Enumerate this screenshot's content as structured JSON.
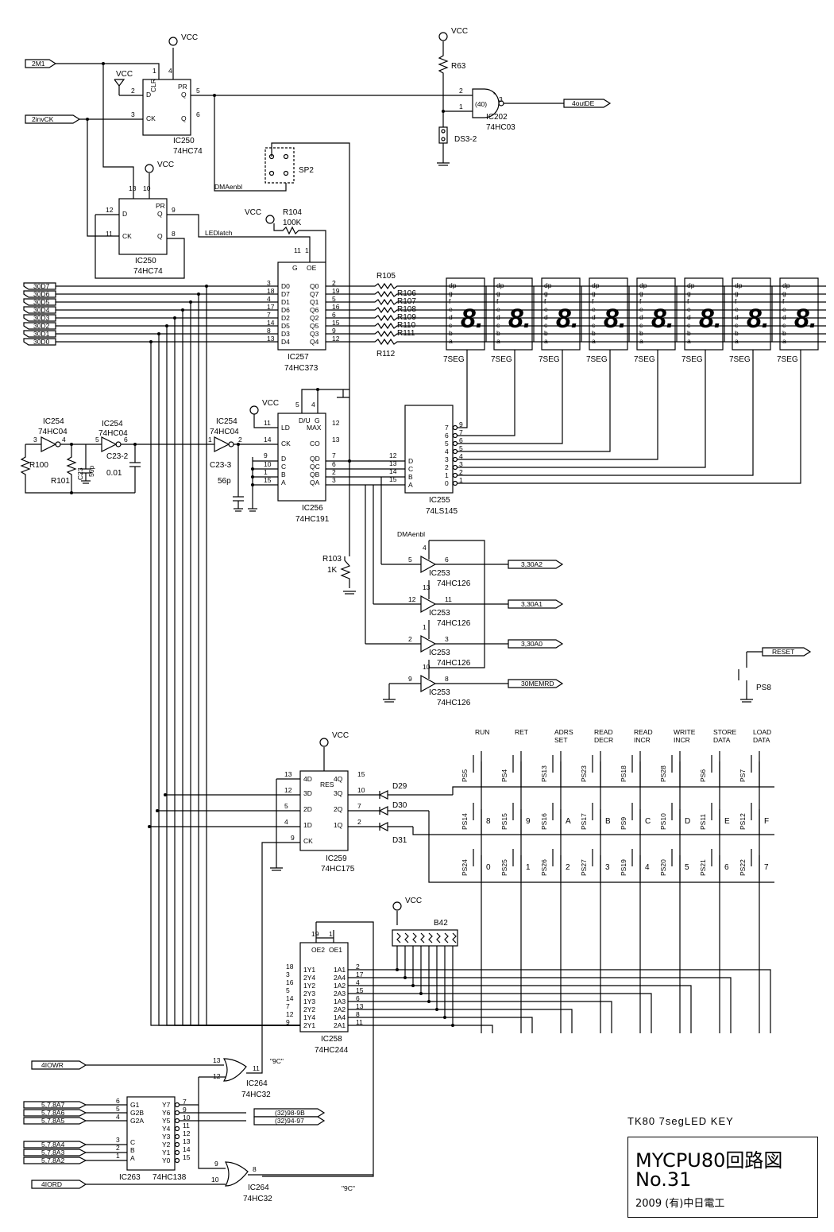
{
  "title": {
    "subtitle": "TK80  7segLED  KEY",
    "line1": "MYCPU80回路図",
    "line2": "No.31",
    "line3": "2009 (有)中日電工"
  },
  "nets": {
    "m1": "2M1",
    "invck": "2invCK",
    "outde": "4outDE",
    "dmaenbl": "DMAenbl",
    "ledlatch": "LEDlatch",
    "vcc": "VCC",
    "reset": "RESET",
    "a2": "3,30A2",
    "a1": "3,30A1",
    "a0": "3,30A0",
    "memrd": "30MEMRD",
    "iowr": "4IOWR",
    "iord": "4IORD",
    "io98": "(32)98-9B",
    "io94": "(32)94-97",
    "sel9c1": "\"9C\"",
    "sel9c2": "\"9C\"",
    "data": [
      "30D7",
      "30D6",
      "30D5",
      "30D4",
      "30D3",
      "30D2",
      "30D1",
      "30D0"
    ],
    "addr_hi": [
      "5,7,8A7",
      "5,7,8A6",
      "5,7,8A5"
    ],
    "addr_lo": [
      "5,7,8A4",
      "5,7,8A3",
      "5,7,8A2"
    ]
  },
  "parts": {
    "ic250a": {
      "ref": "IC250",
      "type": "74HC74"
    },
    "ic250b": {
      "ref": "IC250",
      "type": "74HC74"
    },
    "ic202": {
      "ref": "IC202",
      "type": "74HC03",
      "inner": "(40)"
    },
    "r63": "R63",
    "ds3": "DS3-2",
    "sp2": "SP2",
    "r104": {
      "ref": "R104",
      "value": "100K"
    },
    "ic257": {
      "ref": "IC257",
      "type": "74HC373"
    },
    "r105": "R105",
    "r_series": [
      "R106",
      "R107",
      "R108",
      "R109",
      "R110",
      "R111"
    ],
    "r112": "R112",
    "ic254a": {
      "ref": "IC254",
      "type": "74HC04"
    },
    "ic254b": {
      "ref": "IC254",
      "type": "74HC04"
    },
    "ic254c": {
      "ref": "IC254",
      "type": "74HC04"
    },
    "r100": "R100",
    "r101": "R101",
    "c23": {
      "ref": "C23",
      "value": "56p"
    },
    "c23_2": {
      "ref": "C23-2",
      "value": "0.01"
    },
    "c23_3": {
      "ref": "C23-3",
      "value": "56p"
    },
    "ic256": {
      "ref": "IC256",
      "type": "74HC191"
    },
    "ic255": {
      "ref": "IC255",
      "type": "74LS145"
    },
    "r103": {
      "ref": "R103",
      "value": "1K"
    },
    "ic253": {
      "ref": "IC253",
      "type": "74HC126"
    },
    "ps8": "PS8",
    "ic259": {
      "ref": "IC259",
      "type": "74HC175"
    },
    "diodes": [
      "D29",
      "D30",
      "D31"
    ],
    "b42": "B42",
    "ic258": {
      "ref": "IC258",
      "type": "74HC244"
    },
    "ic264": {
      "ref": "IC264",
      "type": "74HC32"
    },
    "ic263": {
      "ref": "IC263",
      "type": "74HC138"
    },
    "seg_label": "7SEG"
  },
  "seg_pins": [
    "dp",
    "g",
    "f",
    "e",
    "d",
    "c",
    "b",
    "a"
  ],
  "seven_seg_count": 8,
  "keys": {
    "row1": [
      {
        "ref": "PS5",
        "label": "RUN",
        "glyph": ""
      },
      {
        "ref": "PS4",
        "label": "RET",
        "glyph": ""
      },
      {
        "ref": "PS13",
        "label": "ADRS SET",
        "glyph": ""
      },
      {
        "ref": "PS23",
        "label": "READ DECR",
        "glyph": ""
      },
      {
        "ref": "PS18",
        "label": "READ INCR",
        "glyph": ""
      },
      {
        "ref": "PS28",
        "label": "WRITE INCR",
        "glyph": ""
      },
      {
        "ref": "PS6",
        "label": "STORE DATA",
        "glyph": ""
      },
      {
        "ref": "PS7",
        "label": "LOAD DATA",
        "glyph": ""
      }
    ],
    "row2": [
      {
        "ref": "PS14",
        "glyph": "8"
      },
      {
        "ref": "PS15",
        "glyph": "9"
      },
      {
        "ref": "PS16",
        "glyph": "A"
      },
      {
        "ref": "PS17",
        "glyph": "B"
      },
      {
        "ref": "PS9",
        "glyph": "C"
      },
      {
        "ref": "PS10",
        "glyph": "D"
      },
      {
        "ref": "PS11",
        "glyph": "E"
      },
      {
        "ref": "PS12",
        "glyph": "F"
      }
    ],
    "row3": [
      {
        "ref": "PS24",
        "glyph": "0"
      },
      {
        "ref": "PS25",
        "glyph": "1"
      },
      {
        "ref": "PS26",
        "glyph": "2"
      },
      {
        "ref": "PS27",
        "glyph": "3"
      },
      {
        "ref": "PS19",
        "glyph": "4"
      },
      {
        "ref": "PS20",
        "glyph": "5"
      },
      {
        "ref": "PS21",
        "glyph": "6"
      },
      {
        "ref": "PS22",
        "glyph": "7"
      }
    ]
  }
}
